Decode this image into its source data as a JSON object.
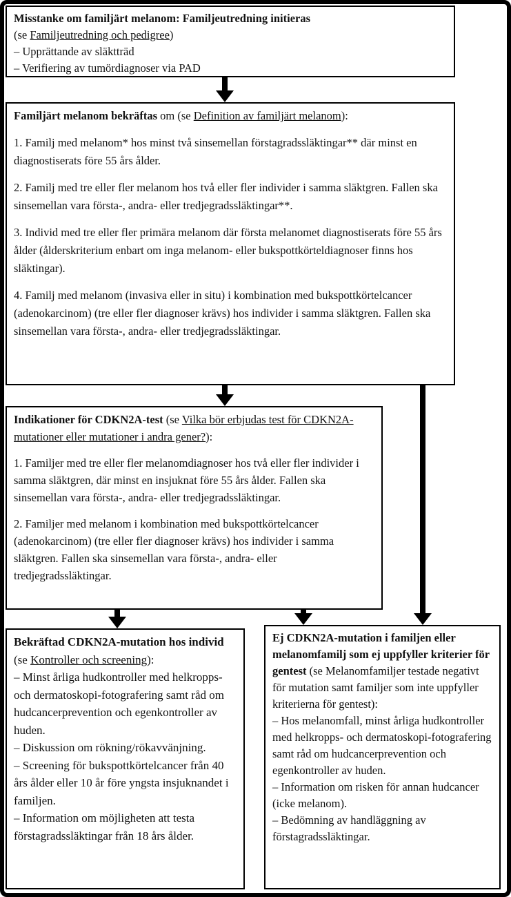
{
  "flowchart": {
    "box1": {
      "title": "Misstanke om familjärt melanom: Familjeutredning initieras",
      "see_prefix": "(se ",
      "link": "Familjeutredning och pedigree",
      "see_suffix": ")",
      "bullets": [
        "– Upprättande av släktträd",
        "– Verifiering av tumördiagnoser via PAD"
      ]
    },
    "box2": {
      "title": "Familjärt melanom bekräftas",
      "mid": " om (se ",
      "link": "Definition av familjärt melanom",
      "suffix": "):",
      "items": [
        "1. Familj med melanom* hos minst två sinsemellan förstagradssläktingar** där minst en diagnostiserats före 55 års ålder.",
        "2. Familj med tre eller fler melanom hos två eller fler individer i samma släktgren. Fallen ska sinsemellan vara första-, andra- eller tredjegradssläktingar**.",
        "3. Individ med tre eller fler primära melanom där första melanomet diagnostiserats före 55 års ålder (ålderskriterium enbart om inga melanom- eller bukspottkörteldiagnoser finns hos släktingar).",
        "4. Familj med melanom (invasiva eller in situ) i kombination med bukspottkörtelcancer (adenokarcinom) (tre eller fler diagnoser krävs) hos individer i samma släktgren. Fallen ska sinsemellan vara första-, andra- eller tredjegradssläktingar."
      ]
    },
    "box3": {
      "title": "Indikationer för CDKN2A-test",
      "mid": " (se ",
      "link": "Vilka bör erbjudas test för CDKN2A-mutationer eller mutationer i andra gener?",
      "suffix": "):",
      "items": [
        "1. Familjer med tre eller fler melanomdiagnoser hos två eller fler individer i samma släktgren, där minst en insjuknat före 55 års ålder. Fallen ska sinsemellan vara första-, andra- eller tredjegradssläktingar.",
        "2. Familjer med melanom i kombination med bukspottkörtelcancer (adenokarcinom) (tre eller fler diagnoser krävs) hos individer i samma släktgren. Fallen ska sinsemellan vara första-, andra- eller tredjegradssläktingar."
      ]
    },
    "box4": {
      "title": "Bekräftad CDKN2A-mutation hos individ",
      "mid": " (se ",
      "link": "Kontroller och screening",
      "suffix": "):",
      "bullets": [
        "– Minst årliga hudkontroller med helkropps- och dermatoskopi-fotografering samt råd om hudcancerprevention och egenkontroller av huden.",
        "– Diskussion om rökning/rökavvänjning.",
        "– Screening för bukspottkörtelcancer från 40 års ålder eller 10 år före yngsta insjuknandet i familjen.",
        "– Information om möjligheten att testa förstagradssläktingar från 18 års ålder."
      ]
    },
    "box5": {
      "title": "Ej CDKN2A-mutation i familjen eller melanomfamilj som ej uppfyller kriterier för gentest",
      "see_reference": " (se Melanomfamiljer testade negativt för mutation samt familjer som inte uppfyller kriterierna för gentest):",
      "bullets": [
        "– Hos melanomfall, minst årliga hudkontroller med helkropps- och dermatoskopi-fotografering samt råd om hudcancerprevention och egenkontroller av huden.",
        "– Information om risken för annan hudcancer (icke melanom).",
        "– Bedömning av handläggning av förstagradssläktingar."
      ]
    },
    "colors": {
      "border": "#000000",
      "text": "#121212",
      "background": "#ffffff"
    }
  }
}
